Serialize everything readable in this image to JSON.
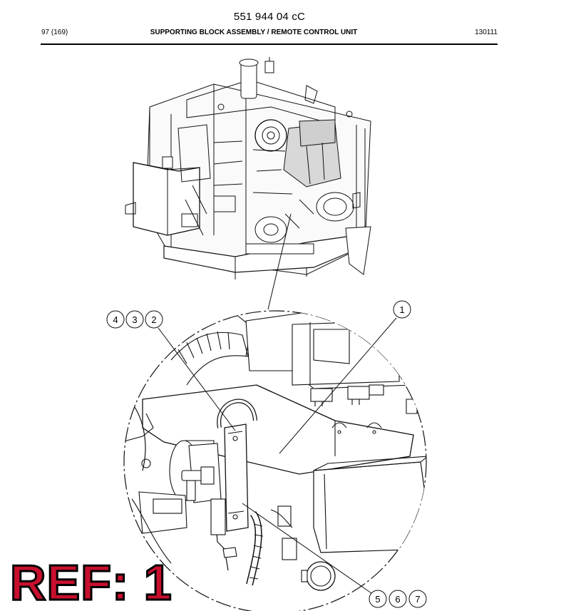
{
  "header": {
    "doc_number": "551 944 04 cC",
    "page_ref": "97 (169)",
    "title": "SUPPORTING BLOCK ASSEMBLY / REMOTE CONTROL UNIT",
    "date_code": "130111"
  },
  "callouts": {
    "c1": "1",
    "c2": "2",
    "c3": "3",
    "c4": "4",
    "c5": "5",
    "c6": "6",
    "c7": "7"
  },
  "ref_label": "REF: 1"
}
